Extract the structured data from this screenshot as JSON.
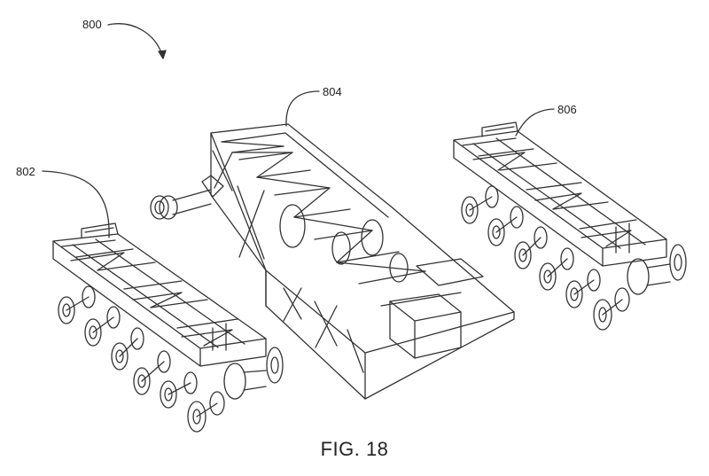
{
  "figure": {
    "caption": "FIG. 18",
    "refs": {
      "assembly": "800",
      "left_trailer": "802",
      "center_frame": "804",
      "right_trailer": "806"
    }
  }
}
